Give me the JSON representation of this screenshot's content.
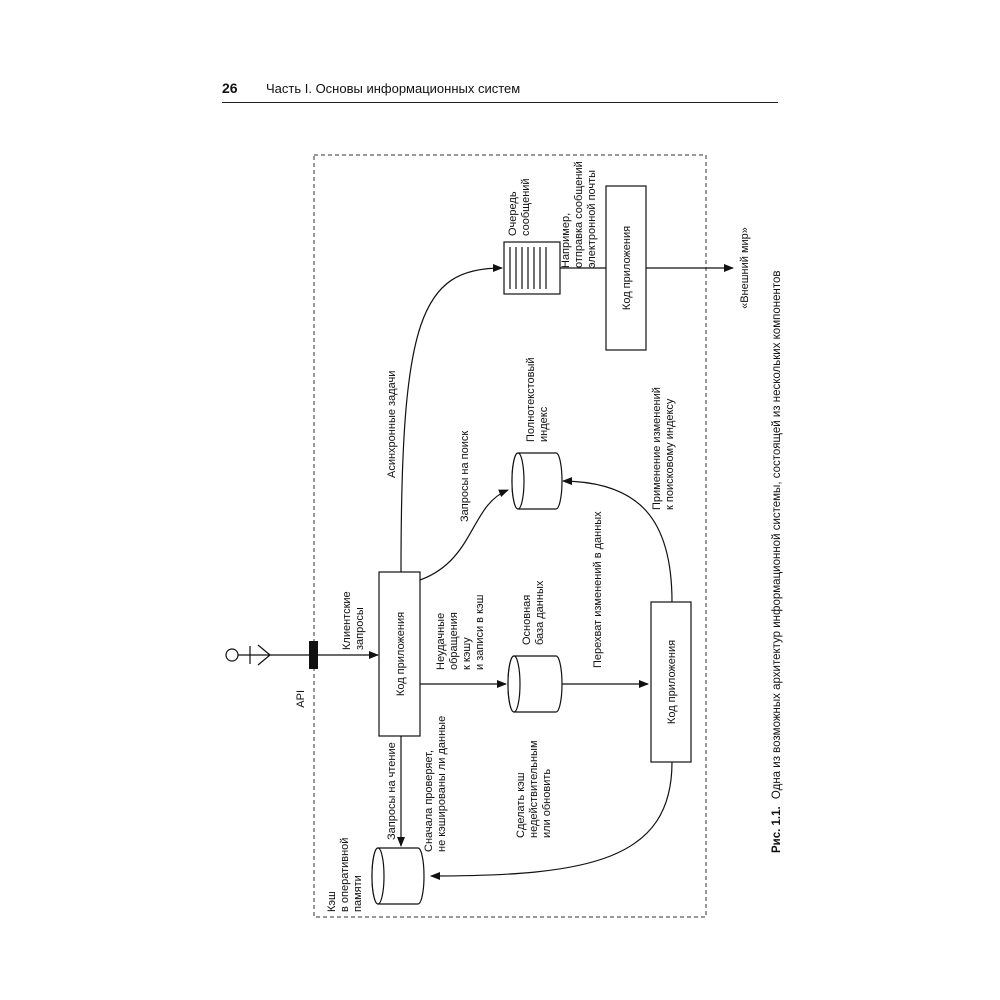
{
  "header": {
    "page_number": "26",
    "running_title": "Часть I. Основы информационных систем"
  },
  "diagram": {
    "api_label": "API",
    "client_requests": [
      "Клиентские",
      "запросы"
    ],
    "app_code_main": "Код приложения",
    "app_code_bottom": "Код приложения",
    "app_code_right": "Код приложения",
    "async_tasks": "Асинхронные задачи",
    "search_queries": "Запросы на поиск",
    "fulltext_index": [
      "Полнотекстовый",
      "индекс"
    ],
    "message_queue": [
      "Очередь",
      "сообщений"
    ],
    "queue_example": [
      "Например,",
      "отправка сообщений",
      "электронной почты"
    ],
    "cache_miss": [
      "Неудачные",
      "обращения",
      "к кэшу",
      "и записи в кэш"
    ],
    "main_db": [
      "Основная",
      "база данных"
    ],
    "capture_changes": "Перехват изменений в данных",
    "apply_index": [
      "Применение изменений",
      "к поисковому индексу"
    ],
    "read_requests": "Запросы на чтение",
    "check_cache": [
      "Сначала проверяет,",
      "не кэшированы ли данные"
    ],
    "invalidate_cache": [
      "Сделать кэш",
      "недействительным",
      "или обновить"
    ],
    "memory_cache": [
      "Кэш",
      "в оперативной",
      "памяти"
    ],
    "outside_world": "«Внешний мир»"
  },
  "caption": {
    "label": "Рис. 1.1.",
    "text": "Одна из возможных архитектур информационной системы, состоящей из нескольких компонентов"
  }
}
